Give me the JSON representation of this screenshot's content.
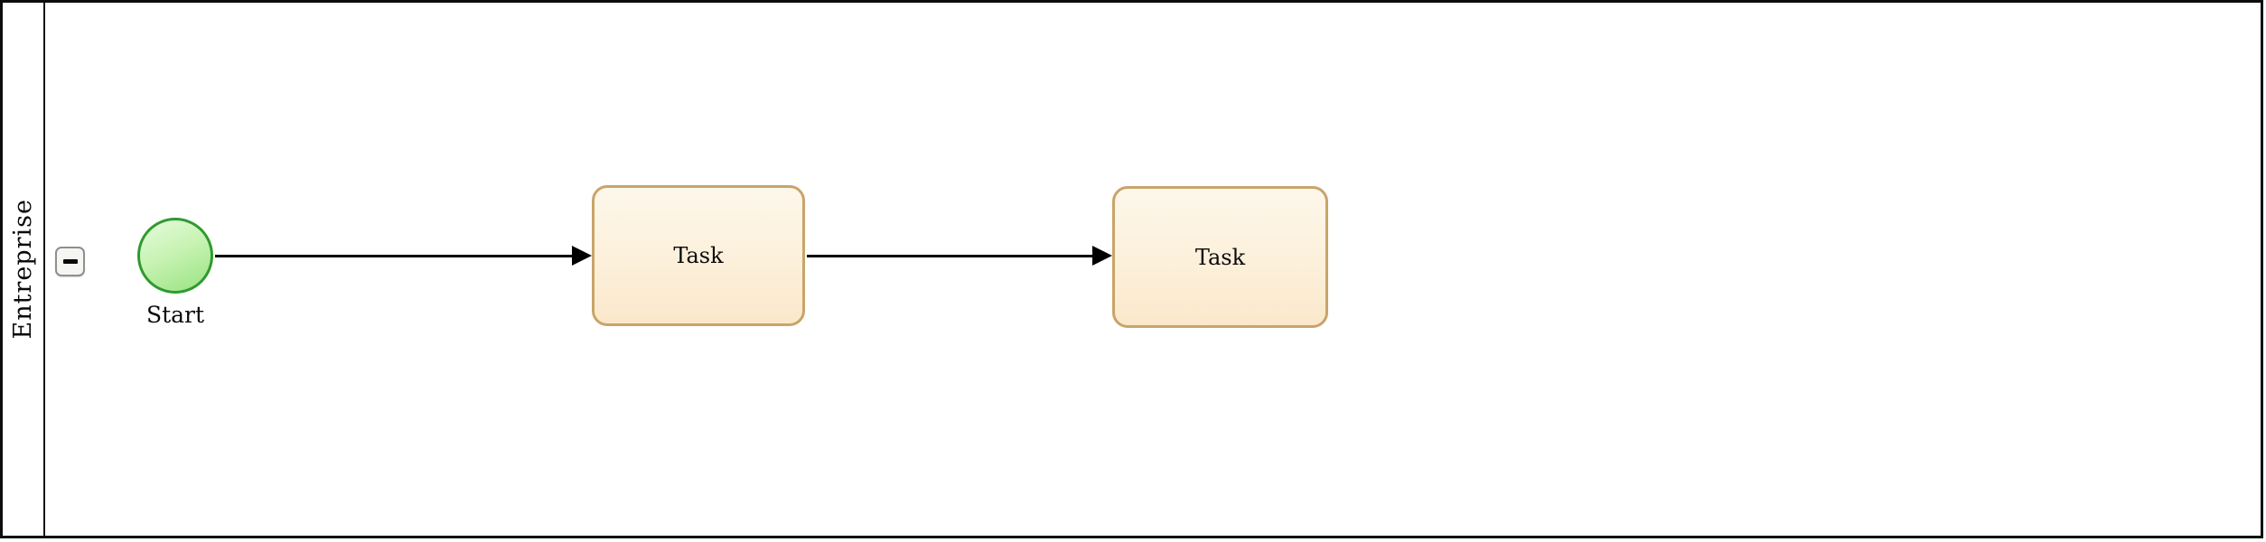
{
  "diagram": {
    "type": "bpmn-process",
    "pool": {
      "label": "Entreprise",
      "collapse_button": {
        "icon": "minus-icon",
        "state": "expanded"
      }
    },
    "nodes": {
      "start_event": {
        "label": "Start",
        "shape": "circle"
      },
      "tasks": [
        {
          "label": "Task"
        },
        {
          "label": "Task"
        }
      ]
    },
    "flows": [
      {
        "from": "start_event",
        "to": "task-1"
      },
      {
        "from": "task-1",
        "to": "task-2"
      }
    ],
    "colors": {
      "start_event_stroke": "#2f9a2f",
      "start_event_fill_top": "#e6fbdd",
      "start_event_fill_bottom": "#98e381",
      "task_stroke": "#c9a469",
      "task_fill_top": "#fdf7eb",
      "task_fill_bottom": "#fbe8cb",
      "pool_border": "#0d0d0d",
      "flow": "#000000",
      "collapse_button_border": "#8f8f8f",
      "collapse_button_fill": "#f5f5f2"
    }
  }
}
